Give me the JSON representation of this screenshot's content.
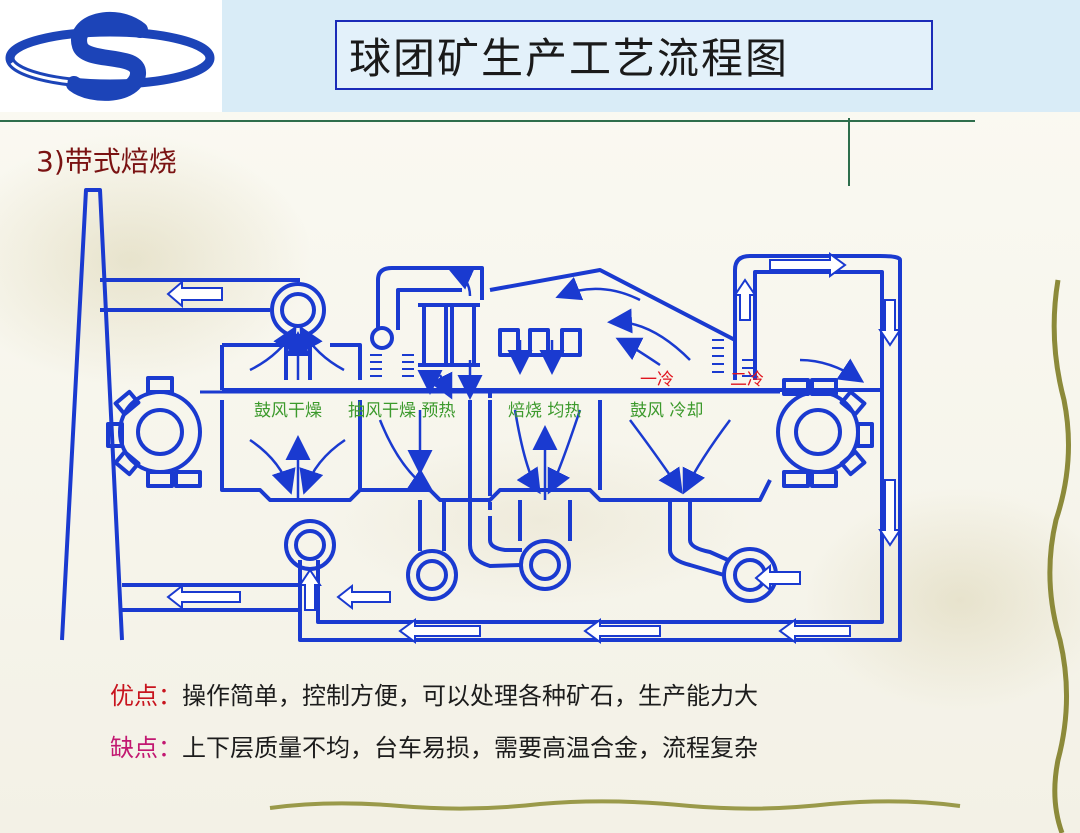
{
  "header": {
    "title": "球团矿生产工艺流程图"
  },
  "section": {
    "title": "3)带式焙烧"
  },
  "diagram": {
    "zones": {
      "drum_dry": "鼓风干燥",
      "suction_dry_preheat": "抽风干燥 预热",
      "firing_soak": "焙烧 均热",
      "blow_cool": "鼓风 冷却"
    },
    "stages": {
      "first_cool": "一冷",
      "second_cool": "二冷"
    },
    "colors": {
      "line": "#1a3ad0",
      "zone_text": "#3c9a2c",
      "stage_text": "#e0141e"
    }
  },
  "notes": {
    "pros_label": "优点：",
    "pros_text": "操作简单，控制方便，可以处理各种矿石，生产能力大",
    "cons_label": "缺点：",
    "cons_text": "上下层质量不均，台车易损，需要高温合金，流程复杂"
  }
}
